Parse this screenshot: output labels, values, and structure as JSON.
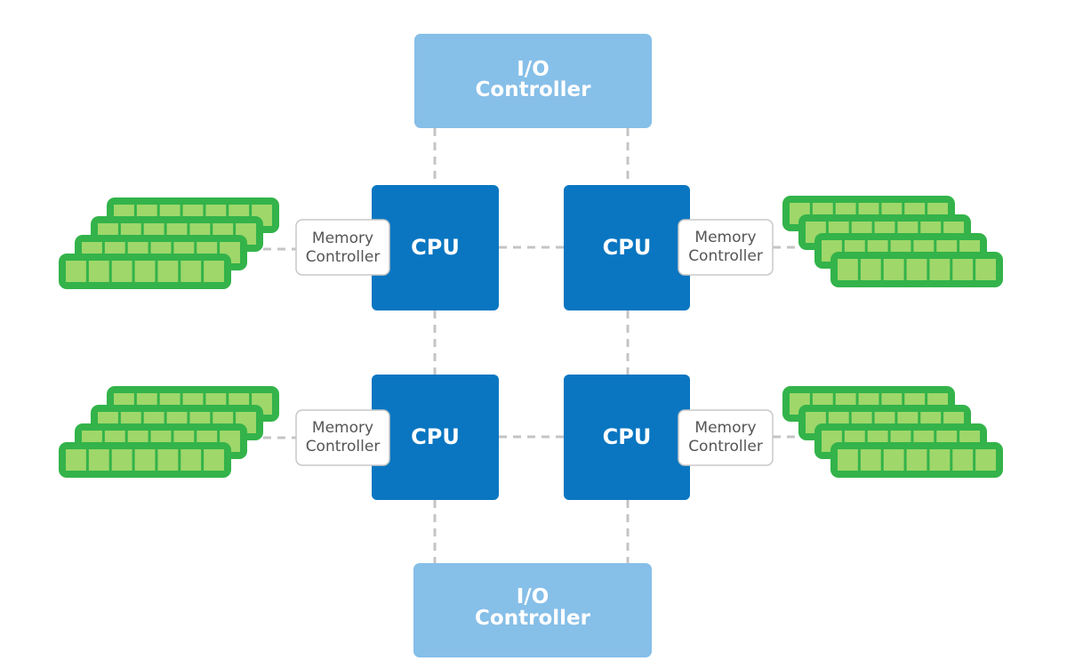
{
  "io_controllers": [
    {
      "id": "top",
      "line1": "I/O",
      "line2": "Controller"
    },
    {
      "id": "bottom",
      "line1": "I/O",
      "line2": "Controller"
    }
  ],
  "cpus": [
    {
      "id": "top-left",
      "label": "CPU"
    },
    {
      "id": "top-right",
      "label": "CPU"
    },
    {
      "id": "bottom-left",
      "label": "CPU"
    },
    {
      "id": "bottom-right",
      "label": "CPU"
    }
  ],
  "memory_controllers": [
    {
      "id": "top-left",
      "line1": "Memory",
      "line2": "Controller"
    },
    {
      "id": "top-right",
      "line1": "Memory",
      "line2": "Controller"
    },
    {
      "id": "bottom-left",
      "line1": "Memory",
      "line2": "Controller"
    },
    {
      "id": "bottom-right",
      "line1": "Memory",
      "line2": "Controller"
    }
  ],
  "memory_banks": [
    {
      "id": "top-left",
      "modules": 4,
      "chips_per_module": 7
    },
    {
      "id": "top-right",
      "modules": 4,
      "chips_per_module": 7
    },
    {
      "id": "bottom-left",
      "modules": 4,
      "chips_per_module": 7
    },
    {
      "id": "bottom-right",
      "modules": 4,
      "chips_per_module": 7
    }
  ],
  "colors": {
    "io_fill": "#86bfe8",
    "cpu_fill": "#0a76c1",
    "memory_controller_fill": "#ffffff",
    "memory_controller_stroke": "#c8c8c8",
    "memory_controller_text": "#555555",
    "dimm_border": "#33b34a",
    "dimm_chip": "#9fd76a",
    "connector": "#c4c4c4",
    "text_on_dark": "#ffffff"
  }
}
